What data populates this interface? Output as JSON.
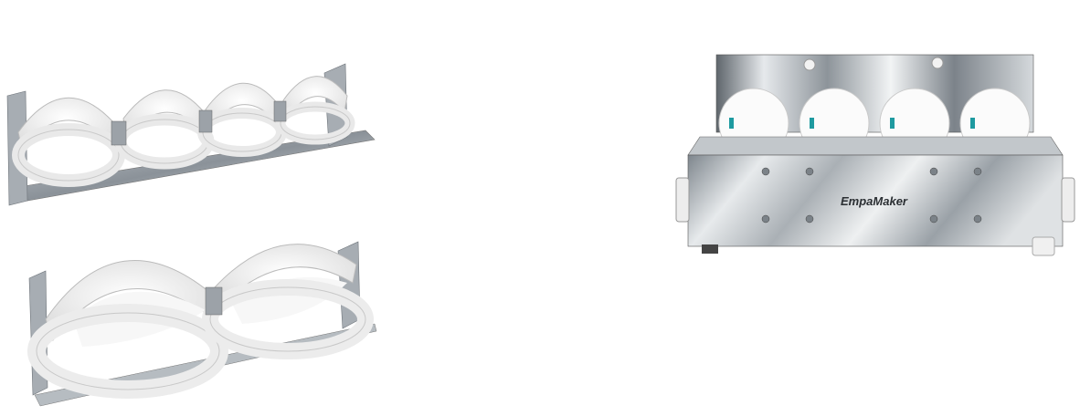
{
  "products": [
    {
      "kind": "four-mold-rack"
    },
    {
      "kind": "two-mold-rack"
    },
    {
      "kind": "stainless-machine",
      "brand": "EmpaMaker"
    }
  ],
  "colors": {
    "background": "#ffffff",
    "plastic": "#f3f3f3",
    "steel_light": "#e4e7ea",
    "steel_dark": "#6f767d",
    "accent_teal": "#1e9aa0"
  }
}
